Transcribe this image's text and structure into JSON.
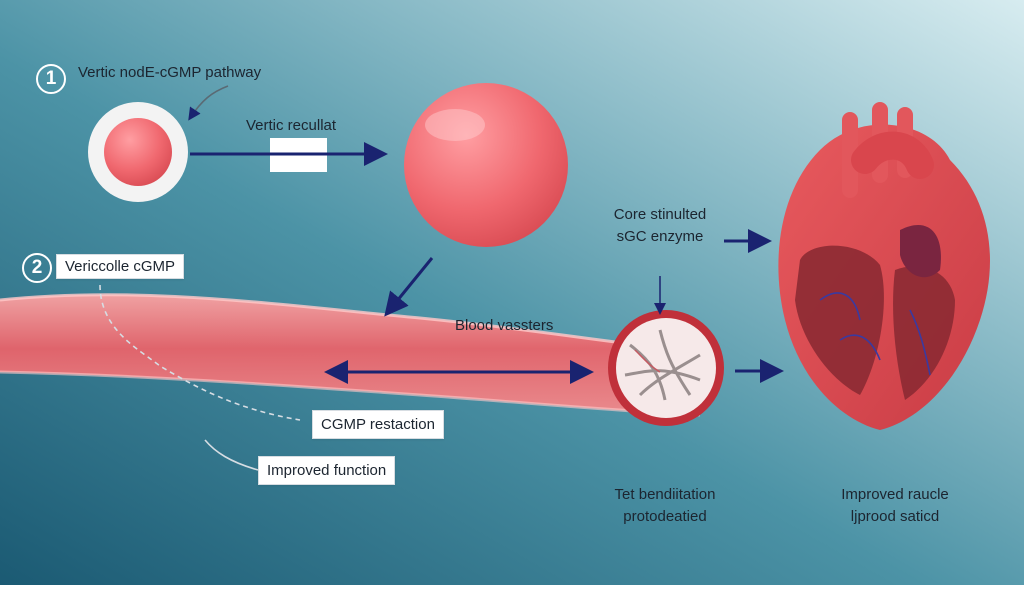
{
  "colors": {
    "bg_dark": "#1d5f78",
    "bg_mid": "#4f97a9",
    "bg_light": "#c9e4ea",
    "pink": "#f47a80",
    "red": "#d94b4f",
    "arrow": "#1a2370"
  },
  "steps": [
    {
      "number": "1",
      "title": "Vertic nodE-cGMP pathway"
    },
    {
      "number": "2",
      "title": "Vericcolle cGMP"
    }
  ],
  "labels": {
    "vertic_recullat": "Vertic recullat",
    "blood_vessels": "Blood vassters",
    "core_stimulated_line1": "Core stinulted",
    "core_stimulated_line2": "sGC enzyme",
    "cgmp_restaction": "CGMP restaction",
    "improved_function": "Improved function",
    "vasodilation_line1": "Tet bendiitation",
    "vasodilation_line2": "protodeatied",
    "improved_muscle_line1": "Improved raucle",
    "improved_muscle_line2": "ljprood saticd"
  }
}
